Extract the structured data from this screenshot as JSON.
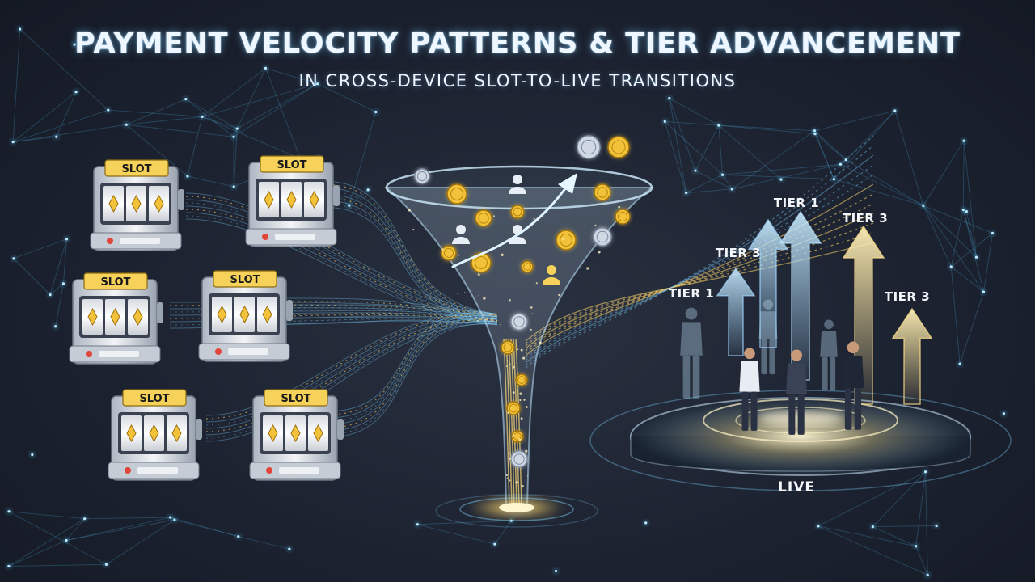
{
  "header": {
    "title": "PAYMENT VELOCITY PATTERNS & TIER ADVANCEMENT",
    "subtitle": "IN CROSS-DEVICE SLOT-TO-LIVE TRANSITIONS"
  },
  "slot_machines": [
    {
      "label": "SLOT"
    },
    {
      "label": "SLOT"
    },
    {
      "label": "SLOT"
    },
    {
      "label": "SLOT"
    },
    {
      "label": "SLOT"
    },
    {
      "label": "SLOT"
    }
  ],
  "tiers": [
    {
      "label": "TIER 1",
      "color": "#9fd6ff"
    },
    {
      "label": "TIER 3",
      "color": "#9fd6ff"
    },
    {
      "label": "TIER 1",
      "color": "#b8e2ff"
    },
    {
      "label": "TIER 3",
      "color": "#ffe08a"
    },
    {
      "label": "TIER 3",
      "color": "#ffe08a"
    }
  ],
  "live_platform": {
    "label": "LIVE"
  },
  "colors": {
    "flow_blue": "#7fd0ff",
    "flow_gold": "#ffd76a",
    "coin_gold": "#f2c23a",
    "coin_silver": "#cfd8e3",
    "network_node": "#56c8ff"
  }
}
